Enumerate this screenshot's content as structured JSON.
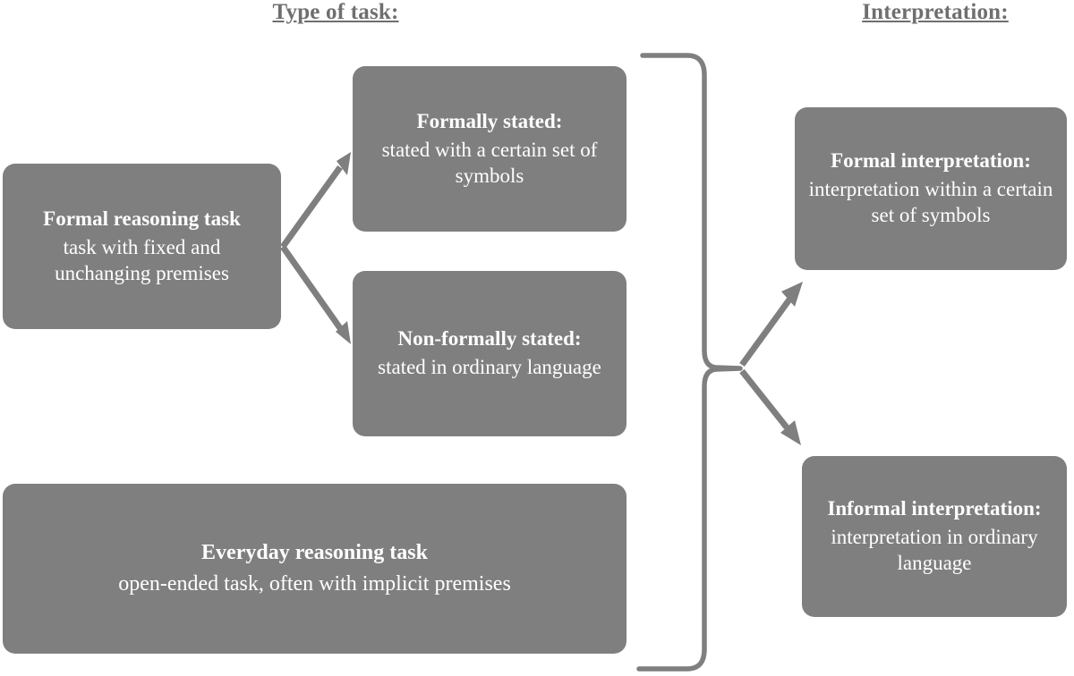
{
  "figure": {
    "type": "flow-diagram",
    "background_color": "#ffffff",
    "box_color": "#7f7f7f",
    "box_text_color": "#ffffff",
    "header_color": "#6f6f6f",
    "connector_color": "#7f7f7f"
  },
  "headers": {
    "left": "Type of task:",
    "right": "Interpretation:"
  },
  "boxes": {
    "formal_reasoning_task": {
      "title": "Formal reasoning task",
      "desc": "task with fixed and unchanging premises"
    },
    "formally_stated": {
      "title": "Formally stated:",
      "desc": "stated with a certain set of symbols"
    },
    "non_formally_stated": {
      "title": "Non-formally stated:",
      "desc": "stated in ordinary language"
    },
    "everyday_reasoning_task": {
      "title": "Everyday reasoning task",
      "desc": "open-ended task, often with implicit premises"
    },
    "formal_interpretation": {
      "title": "Formal interpretation:",
      "desc": "interpretation within a certain set of symbols"
    },
    "informal_interpretation": {
      "title": "Informal interpretation:",
      "desc": "interpretation in ordinary language"
    }
  },
  "connectors": [
    {
      "name": "arrow-formal-task-to-formally-stated",
      "from": "formal_reasoning_task",
      "to": "formally_stated",
      "style": "single-headed arrow"
    },
    {
      "name": "arrow-formal-task-to-non-formally-stated",
      "from": "formal_reasoning_task",
      "to": "non_formally_stated",
      "style": "single-headed arrow"
    },
    {
      "name": "brace-grouping-all-task-types",
      "from": "formally_stated, non_formally_stated, everyday_reasoning_task",
      "to": "interpretation-fork",
      "style": "curly brace"
    },
    {
      "name": "arrow-brace-to-formal-interpretation",
      "from": "brace-grouping-all-task-types",
      "to": "formal_interpretation",
      "style": "single-headed arrow"
    },
    {
      "name": "arrow-brace-to-informal-interpretation",
      "from": "brace-grouping-all-task-types",
      "to": "informal_interpretation",
      "style": "single-headed arrow"
    }
  ]
}
